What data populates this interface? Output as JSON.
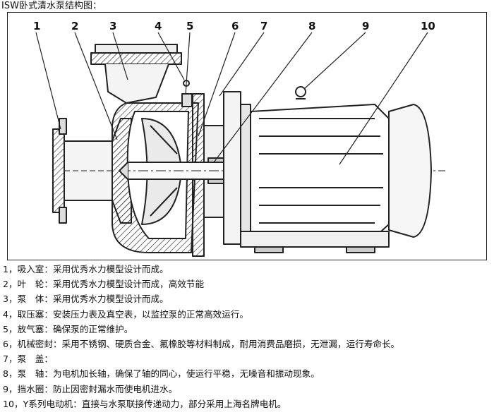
{
  "title": "ISW卧式清水泵结构图：",
  "callouts": [
    "1",
    "2",
    "3",
    "4",
    "5",
    "6",
    "7",
    "8",
    "9",
    "10"
  ],
  "legend": [
    "1，吸入室：采用优秀水力模型设计而成。",
    "2，叶　轮：采用优秀水力模型设计而成，高效节能",
    "3，泵　体：采用优秀水力模型设计而成。",
    "4，取压塞：安装压力表及真空表，以监控泵的正常高效运行。",
    "5，放气塞：确保泵的正常维护。",
    "6，机械密封：采用不锈钢、硬质合金、氟橡胶等材料制成，耐用消费品磨损，无泄漏，运行寿命长。",
    "7，泵　盖：",
    "8，泵　轴：为电机加长轴，确保了轴的同心，使运行平稳，无噪音和振动现象。",
    "9，挡水圈：防止因密封漏水而使电机进水。",
    "10，Y系列电动机：直接与水泵联接传递动力，部分采用上海名牌电机。"
  ]
}
